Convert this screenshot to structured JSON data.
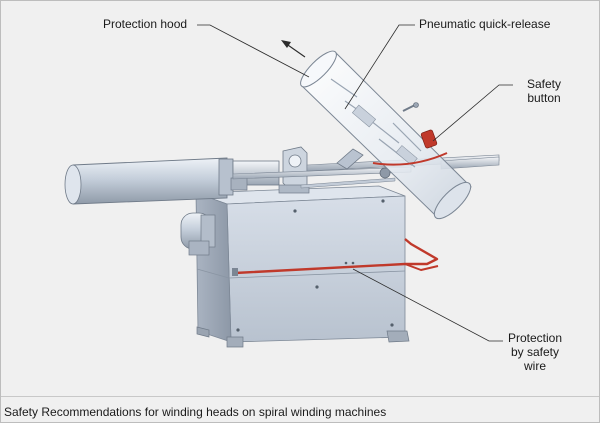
{
  "callouts": {
    "protection_hood": "Protection hood",
    "pneumatic_release": "Pneumatic quick-release",
    "safety_button": "Safety\nbutton",
    "safety_wire": "Protection\nby safety\nwire"
  },
  "caption": "Safety Recommendations for winding heads on spiral winding machines",
  "colors": {
    "machine_base": "#c7d0dc",
    "machine_shadow": "#98a2b1",
    "safety_wire": "#c0392b",
    "leader_lines": "#2b2b2b"
  }
}
